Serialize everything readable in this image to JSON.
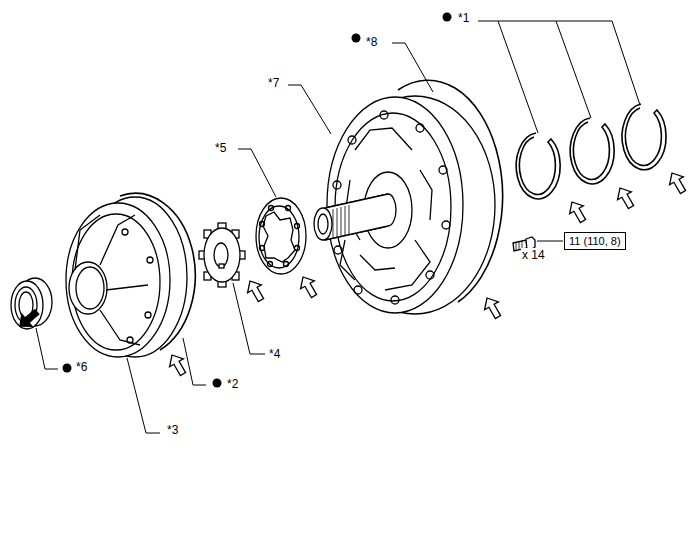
{
  "diagram": {
    "nodes": [
      {
        "text": [
          "11 (110, 8)"
        ]
      }
    ],
    "labels": [
      "*1",
      "*8",
      "*7",
      "*5",
      "*4",
      "*6",
      "*2",
      "*3",
      "x 14"
    ]
  }
}
